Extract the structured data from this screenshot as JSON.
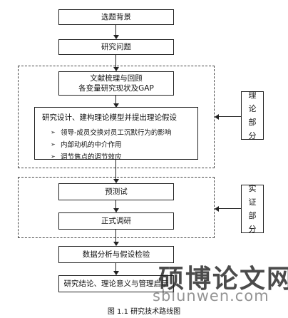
{
  "steps": {
    "background": "选题背景",
    "question": "研究问题",
    "literature": [
      "文献梳理与回顾",
      "各变量研究现状及GAP"
    ],
    "design_title": "研究设计、建构理论模型并提出理论假设",
    "hypotheses": [
      "领导-成员交换对员工沉默行为的影响",
      "内部动机的中介作用",
      "调节焦点的调节效应"
    ],
    "pretest": "预测试",
    "formal": "正式调研",
    "analysis": "数据分析与假设检验",
    "conclusion": "研究结论、理论意义与管理启示"
  },
  "sides": {
    "theory": [
      "理",
      "论",
      "部",
      "分"
    ],
    "empirical": [
      "实",
      "证",
      "部",
      "分"
    ]
  },
  "bullet_icon": "arrow-bullet-icon",
  "caption": "图 1.1 研究技术路线图",
  "watermark": {
    "cn": "硕博论文网",
    "url": "sblunwen.com"
  }
}
